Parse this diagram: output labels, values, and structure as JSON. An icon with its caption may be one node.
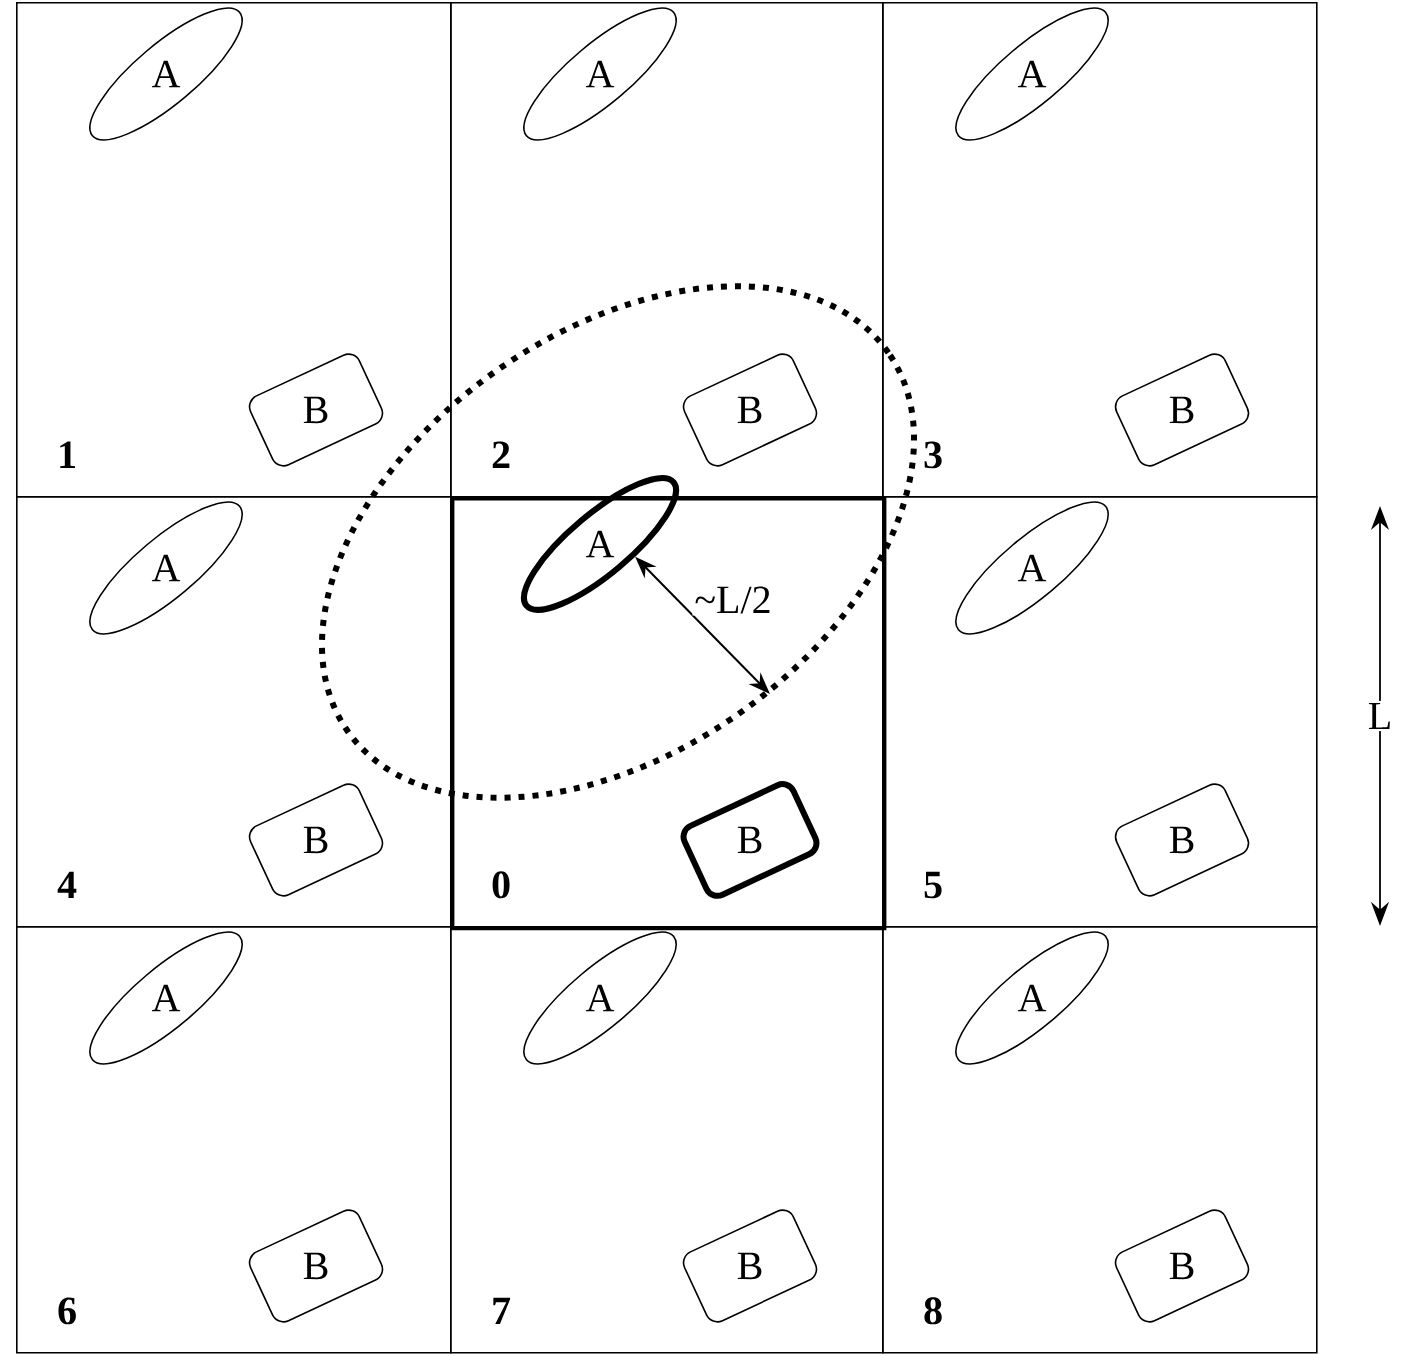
{
  "diagram": {
    "nodes": [
      {
        "text": [
          "1"
        ]
      },
      {
        "text": [
          "2"
        ]
      },
      {
        "text": [
          "3"
        ]
      },
      {
        "text": [
          "4"
        ]
      },
      {
        "text": [
          "0"
        ]
      },
      {
        "text": [
          "5"
        ]
      },
      {
        "text": [
          "6"
        ]
      },
      {
        "text": [
          "7"
        ]
      },
      {
        "text": [
          "8"
        ]
      },
      {
        "text": [
          "A"
        ],
        "in": 0
      },
      {
        "text": [
          "A"
        ],
        "in": 1
      },
      {
        "text": [
          "A"
        ],
        "in": 2
      },
      {
        "text": [
          "A"
        ],
        "in": 3
      },
      {
        "text": [
          "A"
        ],
        "in": 27
      },
      {
        "text": [
          "A"
        ],
        "in": 5
      },
      {
        "text": [
          "A"
        ],
        "in": 6
      },
      {
        "text": [
          "A"
        ],
        "in": 7
      },
      {
        "text": [
          "A"
        ],
        "in": 8
      },
      {
        "text": [
          "B"
        ],
        "in": 0
      },
      {
        "text": [
          "B"
        ]
      },
      {
        "text": [
          "B"
        ],
        "in": 2
      },
      {
        "text": [
          "B"
        ],
        "in": 3
      },
      {
        "text": [
          "B"
        ],
        "in": 4
      },
      {
        "text": [
          "B"
        ],
        "in": 5
      },
      {
        "text": [
          "B"
        ],
        "in": 6
      },
      {
        "text": [
          "B"
        ],
        "in": 7
      },
      {
        "text": [
          "B"
        ],
        "in": 8
      },
      {
        "text": [],
        "shape": "ellipse"
      }
    ],
    "edges": [
      {
        "from": 13,
        "to": 27,
        "arrow": "both",
        "label": "~L/2"
      }
    ],
    "labels": [
      "L"
    ]
  }
}
